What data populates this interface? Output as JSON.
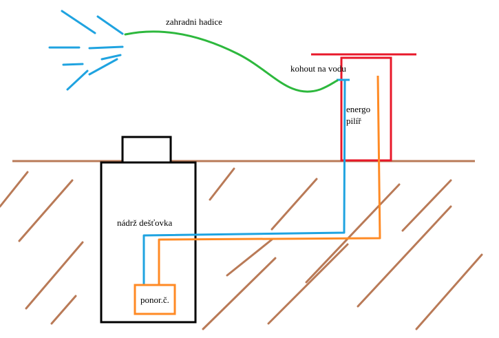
{
  "labels": {
    "hose": "zahradni hadice",
    "tap": "kohout na vodu",
    "pillar_line1": "energo",
    "pillar_line2": "pilíř",
    "tank": "nádrž dešťovka",
    "pump": "ponor.č."
  },
  "colors": {
    "ground": "#b97a57",
    "tank_outline": "#000000",
    "water_pipe": "#1fa3e0",
    "power_cable": "#ff8a24",
    "hose": "#2db83d",
    "pillar": "#e8182a",
    "spray": "#1fa3e0",
    "text": "#000000"
  },
  "icons": {
    "spray": "water-spray-icon"
  }
}
